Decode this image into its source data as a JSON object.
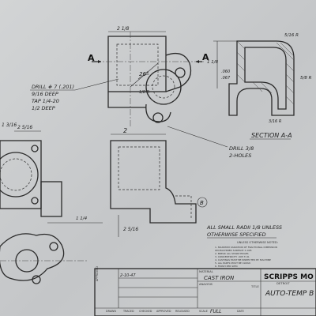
{
  "drawing": {
    "section_marker_left": "A",
    "section_marker_right": "A",
    "view_label": "SECTION A-A",
    "drill_note": [
      "DRILL # 7 (.201)",
      "9/16 DEEP",
      "TAP 1/4-20",
      "1/2 DEEP"
    ],
    "drill_note2": [
      "DRILL 3/8",
      "2-HOLES"
    ],
    "circle_mark": "B",
    "dims": {
      "d_26": "26°",
      "d_r": "5/16 R",
      "d_2": "2",
      "d_2_top": "2 1/8",
      "d_1_5": "1 1/8",
      "d_2_5": "2 5/16",
      "d_1_3": "1 3/16",
      "d_r2": "5/8 R",
      "d_060": ".060",
      "d_067": ".067",
      "d_r3": "3/16 R",
      "d_1": "1 1/4",
      "d_r_small": "1/8 R"
    }
  },
  "notes": {
    "radius_line1": "ALL SMALL RADII 1/8 UNLESS",
    "radius_line2": "OTHERWISE SPECIFIED",
    "unless_header": "UNLESS OTHERWISE NOTED:",
    "items": [
      "1. MAXIMUM VARIATION OF FRACTIONAL DIMENSION",
      "   ON MACHINED SURFACE ±.005",
      "2. BREAK ALL SHARP EDGES",
      "3. CONCENTRICITY .005 T.I.R.",
      "4. CASTINGS MUST BE INSPECTED BY MACHINE",
      "5. ALL PARTS MUST BE CLEAN",
      "6. FINISH PER SPEC"
    ]
  },
  "title_block": {
    "material_label": "MATERIAL",
    "material_value": "CAST IRON",
    "analysis_label": "ANALYSIS",
    "company": "SCRIPPS MO",
    "company_city": "DETROIT",
    "title_label": "TITLE",
    "title_value": "AUTO-TEMP B",
    "row_labels": [
      "DRAWN",
      "TRACED",
      "CHECKED",
      "APPROVED",
      "RELEASED",
      "SCALE",
      "DATE"
    ],
    "scale_value": "FULL",
    "signature_note": "2-10-47",
    "left_box_labels": [
      "APPROVED",
      "REV"
    ]
  }
}
